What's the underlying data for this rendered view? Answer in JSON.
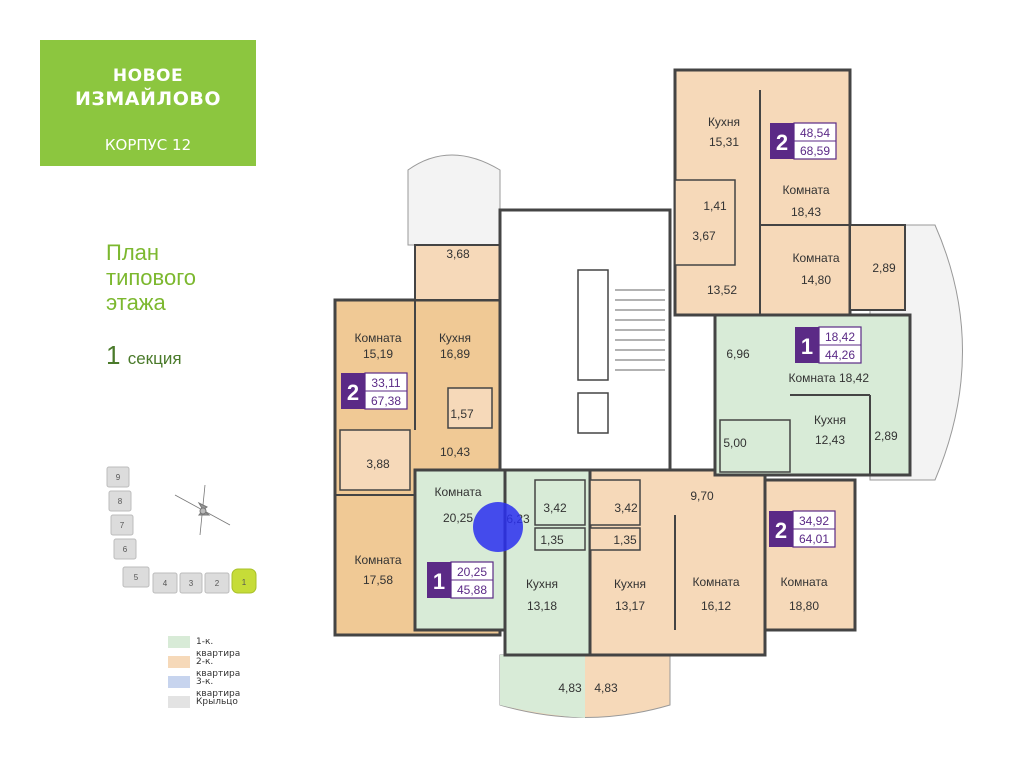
{
  "logo": {
    "line1": "НОВОЕ",
    "line2": "ИЗМАЙЛОВО",
    "building": "КОРПУС 12"
  },
  "heading": {
    "line1": "План",
    "line2": "типового",
    "line3": "этажа",
    "section_num": "1",
    "section_word": "секция"
  },
  "colors": {
    "green_brand": "#8cc63f",
    "one_room": "#d8ebd7",
    "two_room": "#f6d9b9",
    "two_room_dark": "#f0c995",
    "three_room": "#c7d4ee",
    "porch": "#e3e3e3",
    "badge": "#5b2a86"
  },
  "legend": [
    {
      "label": "1-к. квартира",
      "color": "#d8ebd7"
    },
    {
      "label": "2-к. квартира",
      "color": "#f6d9b9"
    },
    {
      "label": "3-к. квартира",
      "color": "#c7d4ee"
    },
    {
      "label": "Крыльцо",
      "color": "#e3e3e3"
    }
  ],
  "minimap": {
    "sections": [
      "9",
      "8",
      "7",
      "6",
      "5",
      "4",
      "3",
      "2",
      "1"
    ],
    "active": "1"
  },
  "labels": {
    "kitchen": "Кухня",
    "room": "Комната",
    "v_3_68": "3,68",
    "v_15_19": "15,19",
    "v_16_89": "16,89",
    "v_1_57": "1,57",
    "v_3_88": "3,88",
    "v_10_43": "10,43",
    "v_17_58": "17,58",
    "v_20_25": "20,25",
    "v_6_23": "6,23",
    "v_3_42a": "3,42",
    "v_3_42b": "3,42",
    "v_1_35a": "1,35",
    "v_1_35b": "1,35",
    "v_13_18": "13,18",
    "v_13_17": "13,17",
    "v_4_83a": "4,83",
    "v_4_83b": "4,83",
    "v_9_70": "9,70",
    "v_16_12": "16,12",
    "v_18_80": "18,80",
    "v_15_31": "15,31",
    "v_1_41": "1,41",
    "v_3_67": "3,67",
    "v_18_43": "18,43",
    "v_13_52": "13,52",
    "v_14_80": "14,80",
    "v_2_89a": "2,89",
    "v_6_96": "6,96",
    "v_18_42": "18,42",
    "v_12_43": "12,43",
    "v_5_00": "5,00",
    "v_2_89b": "2,89"
  },
  "badges": [
    {
      "rooms": "2",
      "area_living": "33,11",
      "area_total": "67,38"
    },
    {
      "rooms": "1",
      "area_living": "20,25",
      "area_total": "45,88"
    },
    {
      "rooms": "2",
      "area_living": "48,54",
      "area_total": "68,59"
    },
    {
      "rooms": "1",
      "area_living": "18,42",
      "area_total": "44,26"
    },
    {
      "rooms": "2",
      "area_living": "34,92",
      "area_total": "64,01"
    }
  ]
}
